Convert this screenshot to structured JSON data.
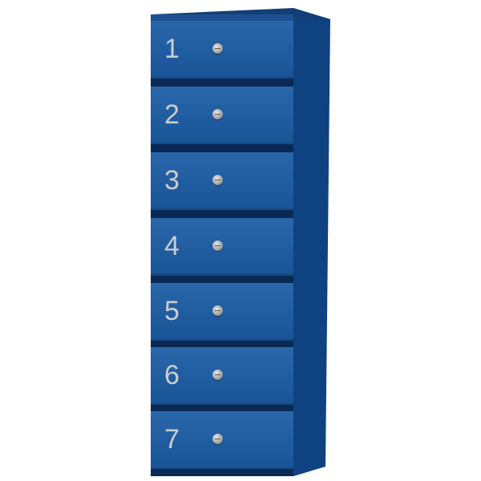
{
  "product": {
    "type": "mailbox cabinet",
    "colors": {
      "front": "#1f5c9f",
      "side": "#0e3f78",
      "interior": "#0a2a55",
      "numbers": "#c9ccd0"
    },
    "doors": [
      {
        "number": "1"
      },
      {
        "number": "2"
      },
      {
        "number": "3"
      },
      {
        "number": "4"
      },
      {
        "number": "5"
      },
      {
        "number": "6"
      },
      {
        "number": "7"
      }
    ]
  }
}
